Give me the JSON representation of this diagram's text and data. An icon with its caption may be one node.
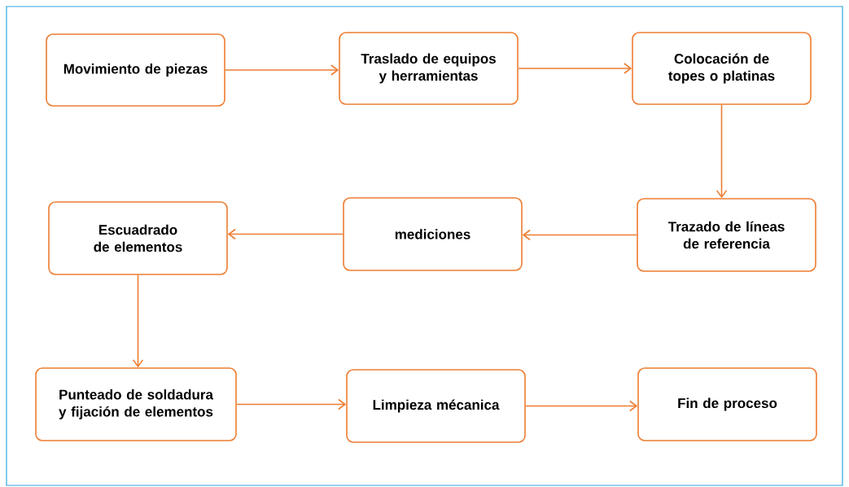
{
  "diagram": {
    "nodes": [
      {
        "text": [
          "Movimiento de piezas"
        ]
      },
      {
        "text": [
          "Traslado de equipos y herramientas"
        ]
      },
      {
        "text": [
          "Colocación de topes o platinas"
        ]
      },
      {
        "text": [
          "Trazado de líneas de referencia"
        ]
      },
      {
        "text": [
          "mediciones"
        ]
      },
      {
        "text": [
          "Escuadrado de elementos"
        ]
      },
      {
        "text": [
          "Punteado de soldadura y fijación de elementos"
        ]
      },
      {
        "text": [
          "Limpieza mécanica"
        ]
      },
      {
        "text": [
          "Fin de proceso"
        ]
      }
    ],
    "edges": [
      {
        "from": 0,
        "to": 1,
        "arrow": "to"
      },
      {
        "from": 1,
        "to": 2,
        "arrow": "to"
      },
      {
        "from": 2,
        "to": 3,
        "arrow": "to"
      },
      {
        "from": 3,
        "to": 4,
        "arrow": "to"
      },
      {
        "from": 4,
        "to": 5,
        "arrow": "to"
      },
      {
        "from": 5,
        "to": 6,
        "arrow": "to"
      },
      {
        "from": 6,
        "to": 7,
        "arrow": "to"
      },
      {
        "from": 7,
        "to": 8,
        "arrow": "to"
      }
    ]
  }
}
